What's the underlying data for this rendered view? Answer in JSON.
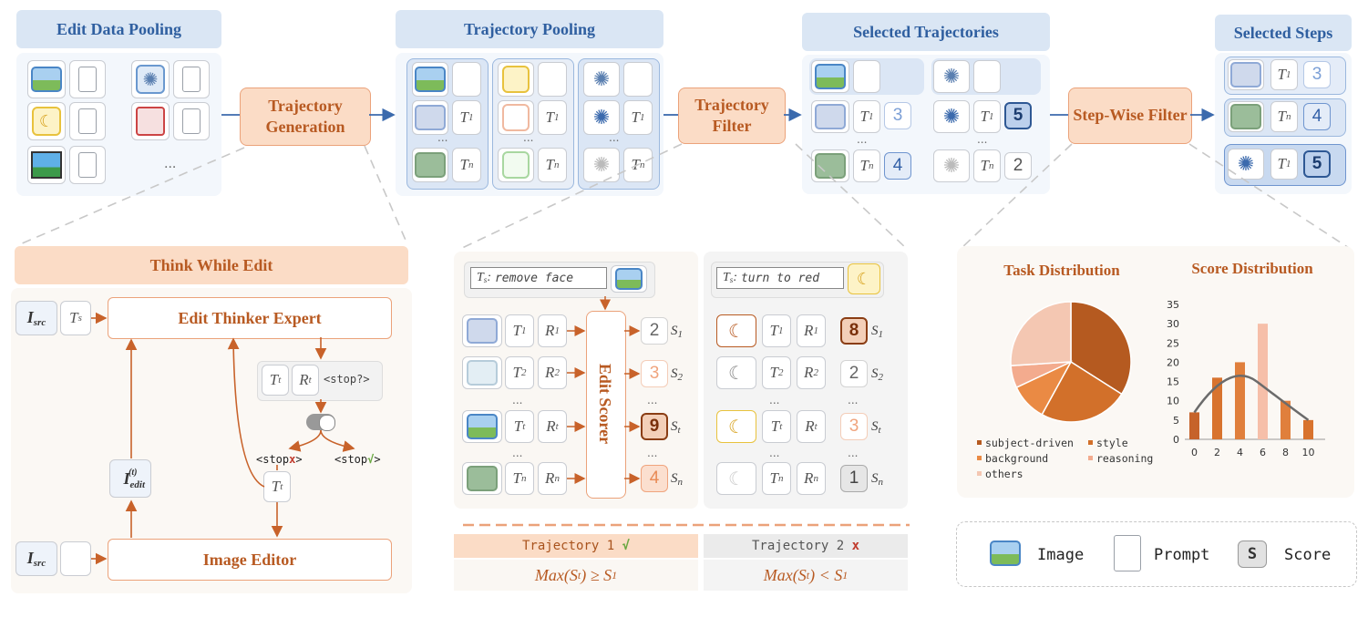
{
  "headers": {
    "edit_data_pooling": "Edit Data Pooling",
    "trajectory_pooling": "Trajectory Pooling",
    "selected_trajectories": "Selected Trajectories",
    "selected_steps": "Selected Steps"
  },
  "stages": {
    "trajectory_generation": "Trajectory Generation",
    "trajectory_filter": "Trajectory Filter",
    "step_wise_filter": "Step-Wise Filter"
  },
  "ellipsis": "...",
  "think_while_edit": {
    "title": "Think While Edit",
    "edit_thinker_expert": "Edit Thinker Expert",
    "image_editor": "Image Editor",
    "stop_q": "<stop?>",
    "stop_x_prefix": "<stop",
    "stop_x_mark": "x",
    "stop_ok_prefix": "<stop",
    "stop_ok_mark": "√",
    "close_bracket": ">"
  },
  "edit_scorer": {
    "label": "Edit Scorer",
    "prompt1": "remove face",
    "prompt2": "turn to red",
    "traj1_scores": [
      "2",
      "3",
      "9",
      "4"
    ],
    "traj2_scores": [
      "8",
      "2",
      "3",
      "1"
    ],
    "traj1_label": "Trajectory 1",
    "traj1_mark": "√",
    "traj2_label": "Trajectory 2",
    "traj2_mark": "x",
    "traj1_formula": "Max(S_t) ≥ S_1",
    "traj2_formula": "Max(S_t) < S_1"
  },
  "selected_traj_scores": [
    "3",
    "4",
    "5",
    "2"
  ],
  "selected_step_scores": [
    "3",
    "4",
    "5"
  ],
  "task_distribution": {
    "title": "Task Distribution",
    "legend": [
      "subject-driven",
      "style",
      "background",
      "reasoning",
      "others"
    ]
  },
  "score_distribution": {
    "title": "Score Distribution"
  },
  "legend_box": {
    "image": "Image",
    "prompt": "Prompt",
    "score_symbol": "S",
    "score": "Score"
  },
  "chart_data": [
    {
      "type": "pie",
      "title": "Task Distribution",
      "categories": [
        "subject-driven",
        "style",
        "background",
        "reasoning",
        "others"
      ],
      "values": [
        34,
        24,
        10,
        6,
        26
      ],
      "colors": [
        "#b55a20",
        "#d2702a",
        "#ea8a44",
        "#f3ab8e",
        "#f4c7b2"
      ]
    },
    {
      "type": "bar",
      "title": "Score Distribution",
      "categories": [
        "0",
        "2",
        "4",
        "6",
        "8",
        "10"
      ],
      "values": [
        7,
        16,
        20,
        30,
        10,
        5
      ],
      "ylim": [
        0,
        35
      ],
      "yticks": [
        0,
        5,
        10,
        15,
        20,
        25,
        30,
        35
      ],
      "colors": [
        "#c6632a",
        "#d8732e",
        "#e07f3c",
        "#f6bfa9",
        "#e07f3c",
        "#d8732e"
      ]
    }
  ],
  "colors": {
    "accent_orange": "#b85a22",
    "accent_blue": "#2f5fa0",
    "panel_blue": "#dae6f4",
    "panel_orange": "#fbdcc6"
  }
}
